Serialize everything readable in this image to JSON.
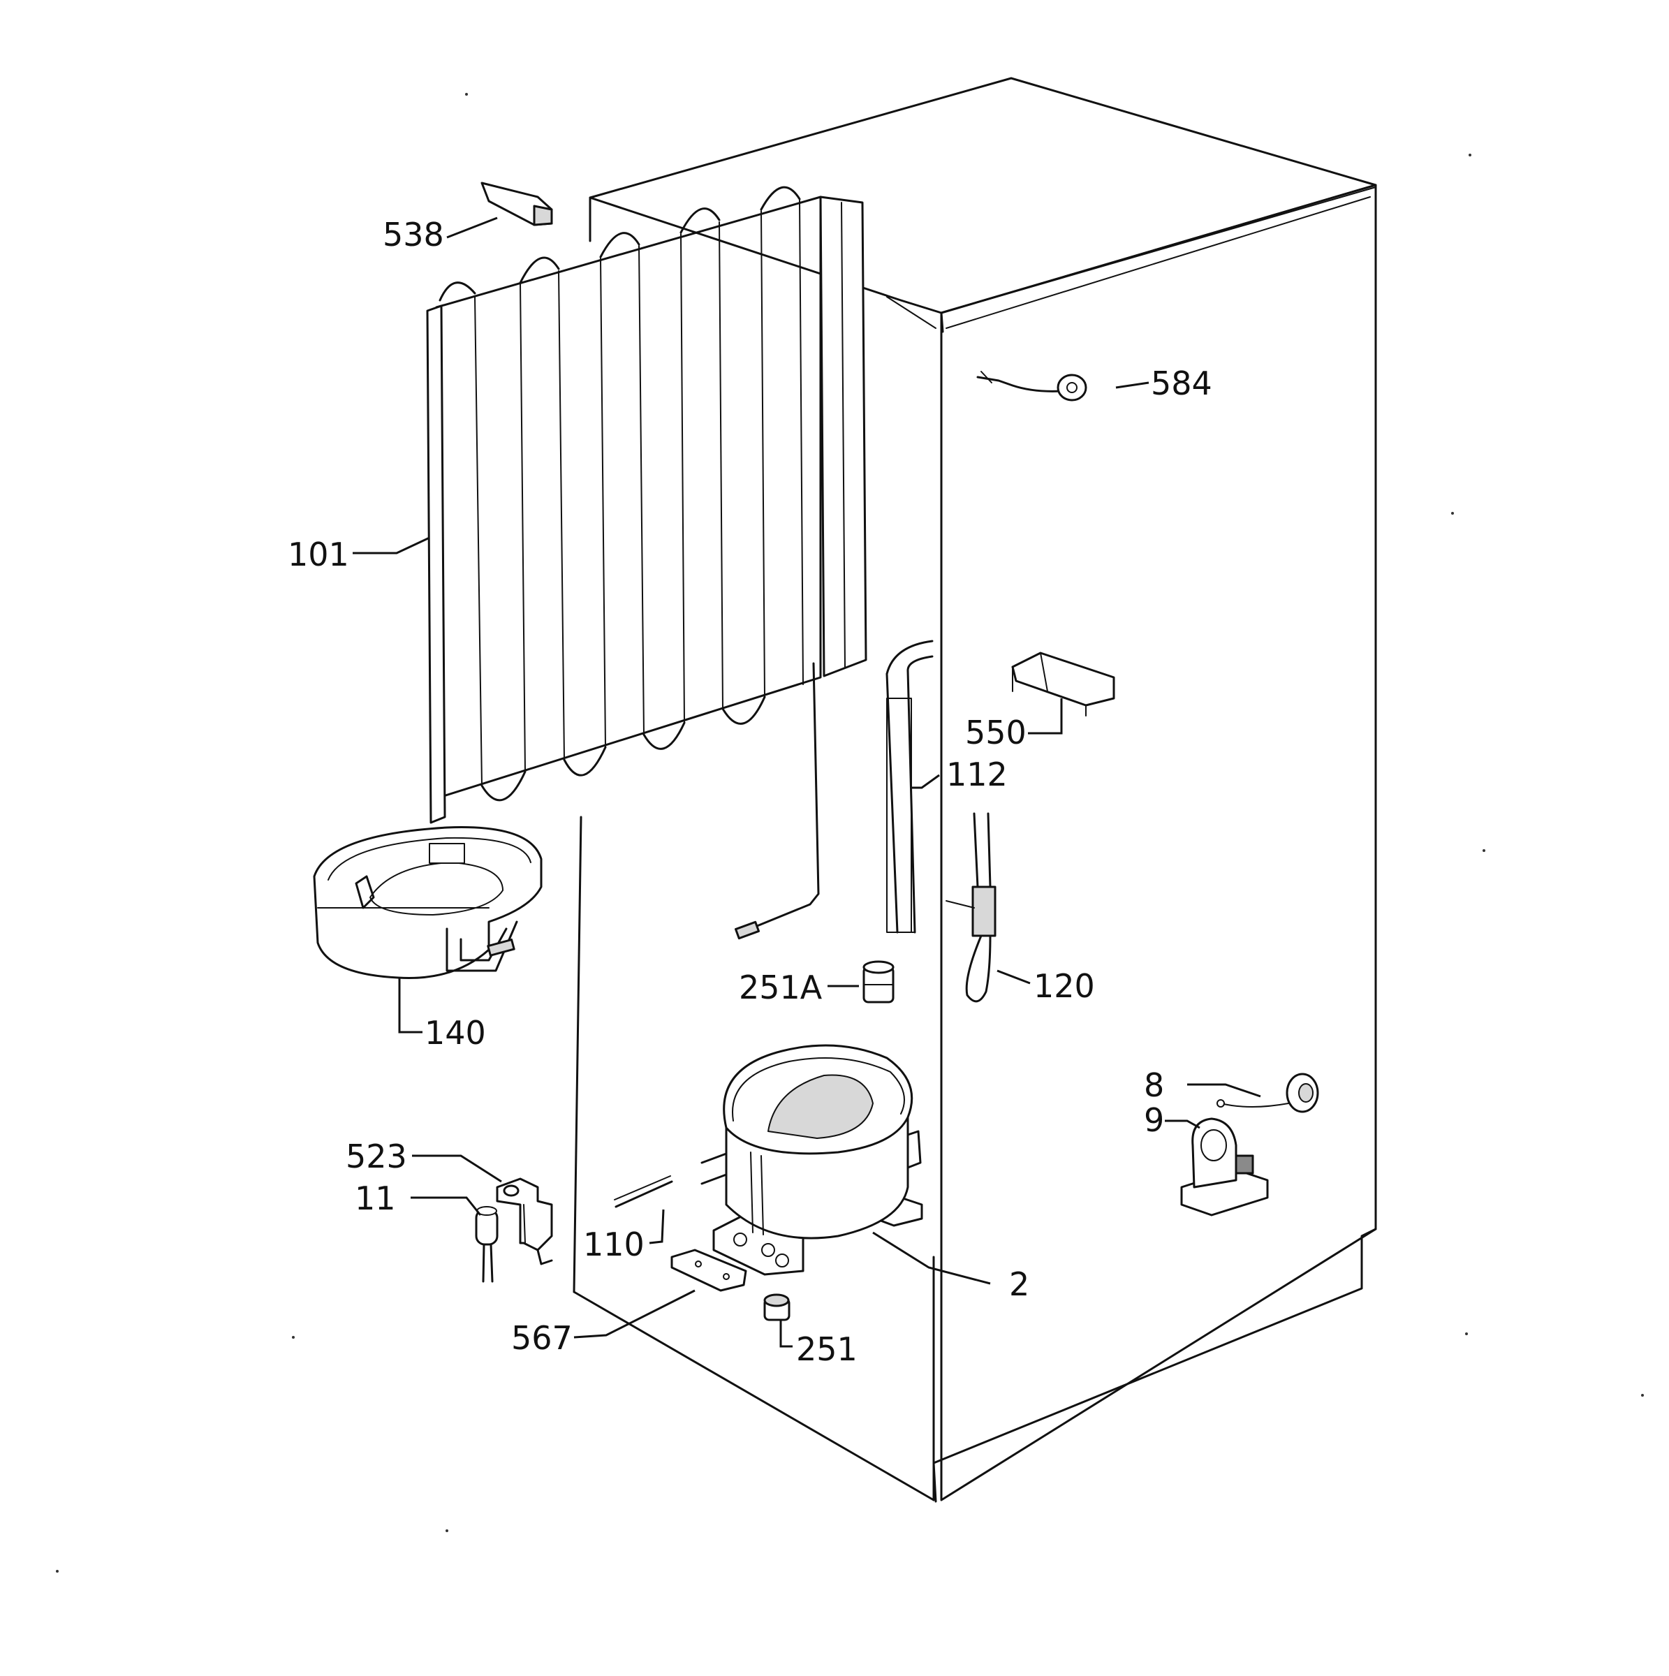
{
  "diagram": {
    "labels": {
      "p538": "538",
      "p584": "584",
      "p101": "101",
      "p550": "550",
      "p112": "112",
      "p251a": "251A",
      "p120": "120",
      "p140": "140",
      "p8": "8",
      "p9": "9",
      "p523": "523",
      "p11": "11",
      "p110": "110",
      "p2": "2",
      "p567": "567",
      "p251": "251"
    }
  }
}
